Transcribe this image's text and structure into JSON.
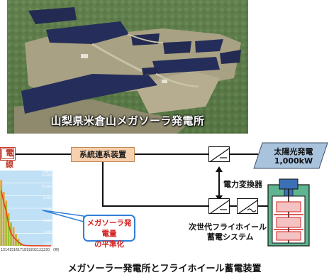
{
  "photo": {
    "caption": "山梨県米倉山メガソーラ発電所"
  },
  "diagram": {
    "grid_label": "電線",
    "grid_interconnect": "系統連系装置",
    "power_converter": "電力変換器",
    "solar": {
      "line1": "太陽光発電",
      "line2": "1,000kW"
    },
    "flywheel": {
      "line1": "次世代フライホイール",
      "line2": "蓄電システム"
    },
    "callout": {
      "line1": "メガソーラ発電量",
      "line2": "の平準化"
    },
    "title": "メガソーラー発電所とフライホイール蓄電装置"
  },
  "chart_data": {
    "type": "bar",
    "title": "",
    "xlabel": "",
    "ylabel": "",
    "y_unit": "[kWh]",
    "x_unit": "(時)",
    "x_ticks": [
      "13",
      "14",
      "15",
      "16",
      "17",
      "18",
      "19",
      "20",
      "21",
      "22",
      "23",
      "0"
    ],
    "y_ticks": [
      "12,000",
      "10,000",
      "8,000",
      "6,000",
      "4,000",
      "2,000",
      "1,000"
    ],
    "ylim": [
      0,
      12000
    ],
    "categories": [
      "12",
      "12.5",
      "13",
      "13.5",
      "14",
      "14.5",
      "15",
      "15.5",
      "16",
      "16.5",
      "17"
    ],
    "series": [
      {
        "values": [
          9500,
          7800,
          6800,
          4500,
          3800,
          2600,
          1700,
          900,
          400,
          150,
          50
        ],
        "color": "#8cc63f"
      },
      {
        "values": [
          10500,
          8600,
          7200,
          5200,
          3600,
          3000,
          1900,
          1100,
          500,
          200,
          80
        ],
        "color": "#f7a21b"
      },
      {
        "values": [
          8800,
          7000,
          5600,
          3400,
          2000,
          1400,
          1000,
          600,
          300,
          120,
          40
        ],
        "color": "#e8401c"
      }
    ],
    "colors": {
      "background": "#bfe0f5",
      "bars": "#8cc63f",
      "peak": "#f7a21b",
      "line": "#e8401c"
    }
  }
}
